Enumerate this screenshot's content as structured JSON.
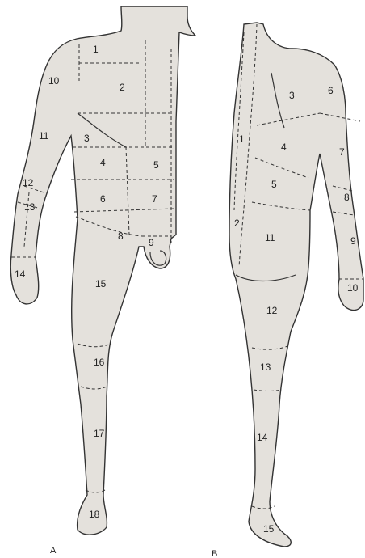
{
  "figures": [
    {
      "id": "front",
      "caption": "A",
      "regions": [
        {
          "label": "1"
        },
        {
          "label": "2"
        },
        {
          "label": "3"
        },
        {
          "label": "4"
        },
        {
          "label": "5"
        },
        {
          "label": "6"
        },
        {
          "label": "7"
        },
        {
          "label": "8"
        },
        {
          "label": "9"
        },
        {
          "label": "10"
        },
        {
          "label": "11"
        },
        {
          "label": "12"
        },
        {
          "label": "13"
        },
        {
          "label": "14"
        },
        {
          "label": "15"
        },
        {
          "label": "16"
        },
        {
          "label": "17"
        },
        {
          "label": "18"
        }
      ]
    },
    {
      "id": "back",
      "caption": "B",
      "regions": [
        {
          "label": "1"
        },
        {
          "label": "2"
        },
        {
          "label": "3"
        },
        {
          "label": "4"
        },
        {
          "label": "5"
        },
        {
          "label": "6"
        },
        {
          "label": "7"
        },
        {
          "label": "8"
        },
        {
          "label": "9"
        },
        {
          "label": "10"
        },
        {
          "label": "11"
        },
        {
          "label": "12"
        },
        {
          "label": "13"
        },
        {
          "label": "14"
        },
        {
          "label": "15"
        }
      ]
    }
  ]
}
